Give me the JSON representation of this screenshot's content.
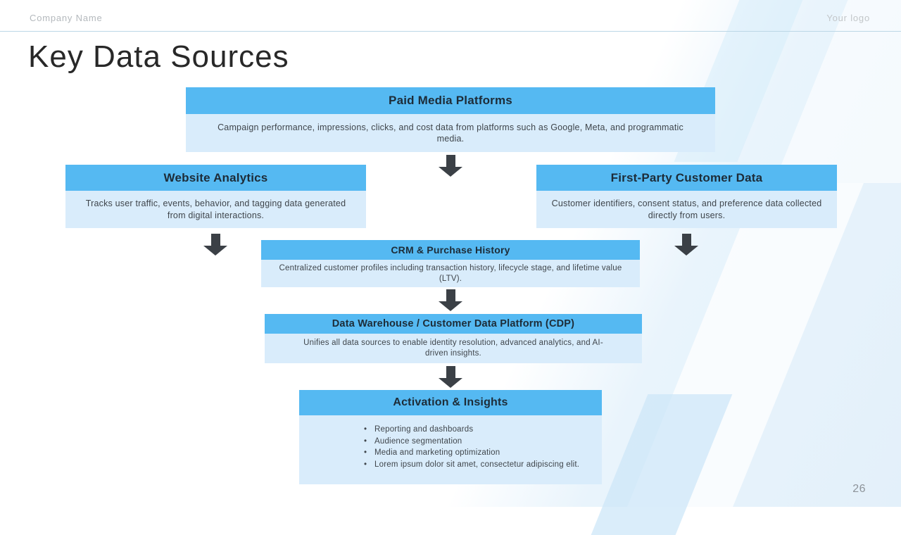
{
  "slide": {
    "company_name": "Company Name",
    "logo_text": "Your logo",
    "title": "Key Data Sources",
    "page_number": "26"
  },
  "colors": {
    "header_blue": "#55b9f2",
    "body_blue": "#d9ecfb",
    "arrow_color": "#3b4046",
    "divider_line": "#bcd7e6",
    "background_accent": "#e9f4fc"
  },
  "diagram": {
    "boxes": [
      {
        "id": "paid-media",
        "title": "Paid Media Platforms",
        "description": "Campaign performance, impressions, clicks, and cost data from platforms such as Google, Meta, and programmatic media."
      },
      {
        "id": "website-analytics",
        "title": "Website Analytics",
        "description": "Tracks user traffic, events, behavior, and tagging data generated from digital interactions."
      },
      {
        "id": "first-party-customer-data",
        "title": "First-Party Customer Data",
        "description": "Customer identifiers, consent status, and preference data collected directly from users."
      },
      {
        "id": "crm-purchase-history",
        "title": "CRM & Purchase History",
        "description": "Centralized customer profiles including transaction history, lifecycle stage, and lifetime value (LTV)."
      },
      {
        "id": "data-warehouse-cdp",
        "title": "Data Warehouse / Customer Data Platform (CDP)",
        "description": "Unifies all data sources to enable identity resolution, advanced analytics, and AI-driven insights."
      },
      {
        "id": "activation-insights",
        "title": "Activation & Insights",
        "bullets": [
          "Reporting and dashboards",
          "Audience segmentation",
          "Media and marketing optimization",
          "Lorem ipsum dolor sit amet, consectetur adipiscing elit."
        ]
      }
    ]
  }
}
